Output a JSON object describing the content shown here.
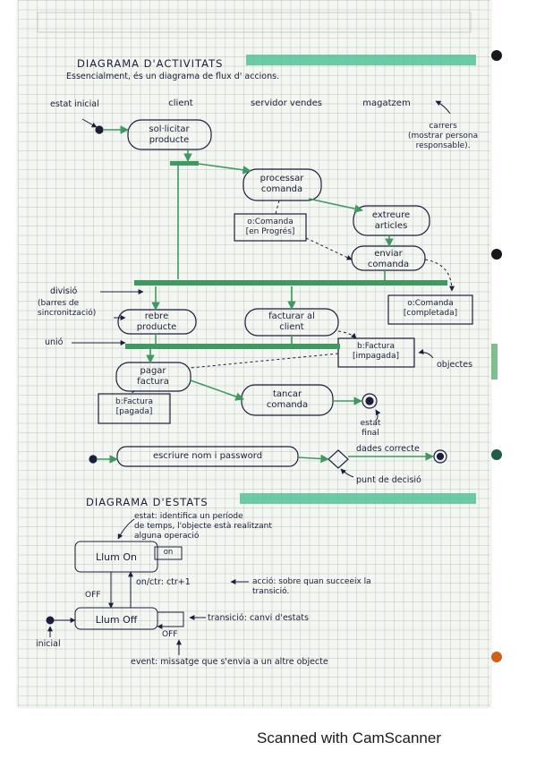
{
  "sheet": {
    "activity": {
      "title": "DIAGRAMA  D'ACTIVITATS",
      "subtitle": "Essencialment, és un diagrama de flux d' accions.",
      "swimlanes": [
        "client",
        "servidor vendes",
        "magatzem"
      ],
      "initial_state": "estat inicial",
      "carrers_note": "carrers\n(mostrar persona\nresponsable).",
      "actions": {
        "sollicitar": "sol·licitar\nproducte",
        "processar": "processar\ncomanda",
        "extreure": "extreure\narticles",
        "enviar": "enviar\ncomanda",
        "rebre": "rebre\nproducte",
        "facturar": "facturar al\nclient",
        "pagar": "pagar\nfactura",
        "tancar": "tancar\ncomanda"
      },
      "objects": {
        "comanda_progres": "o:Comanda\n[en Progrés]",
        "comanda_completada": "o:Comanda\n[completada]",
        "factura_impagada": "b:Factura\n[impagada]",
        "factura_pagada": "b:Factura\n[pagada]"
      },
      "notes": {
        "divisio": "divisió",
        "barres": "(barres de\nsincronització)",
        "unio": "unió",
        "objectes": "objectes",
        "estat_final": "estat\nfinal"
      },
      "decision": {
        "action": "escriure nom i password",
        "correct": "dades correcte",
        "label": "punt de decisió"
      }
    },
    "states": {
      "title": "DIAGRAMA  D'ESTATS",
      "state_note": "estat: identifica un període\nde temps, l'objecte està realitzant\nalguna operació",
      "state_on": "Llum On",
      "state_off": "Llum Off",
      "on_badge": "on",
      "action_label": "on/ctr: ctr+1",
      "action_note": "acció: sobre quan succeeix la\ntransició.",
      "off_left": "OFF",
      "off_bottom": "OFF",
      "transition_note": "transició: canvi d'estats",
      "initial": "inicial",
      "event_note": "event: missatge que s'envia a un altre objecte"
    }
  },
  "footer": {
    "watermark": "Scanned with CamScanner"
  },
  "colors": {
    "ink": "#1c1f3c",
    "highlight": "#54c29a",
    "flow": "#3e9a5f",
    "paper": "#f4f6f2"
  }
}
